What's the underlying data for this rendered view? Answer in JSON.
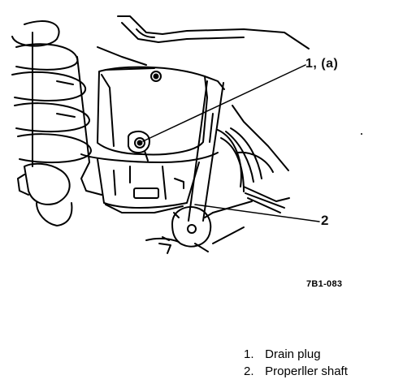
{
  "callouts": {
    "drain_plug": "1, (a)",
    "propeller_shaft": "2"
  },
  "figure_code": "7B1-083",
  "legend": [
    {
      "number": "1.",
      "label": "Drain plug"
    },
    {
      "number": "2.",
      "label": "Properller shaft"
    }
  ],
  "colors": {
    "ink": "#000000",
    "paper": "#ffffff"
  }
}
